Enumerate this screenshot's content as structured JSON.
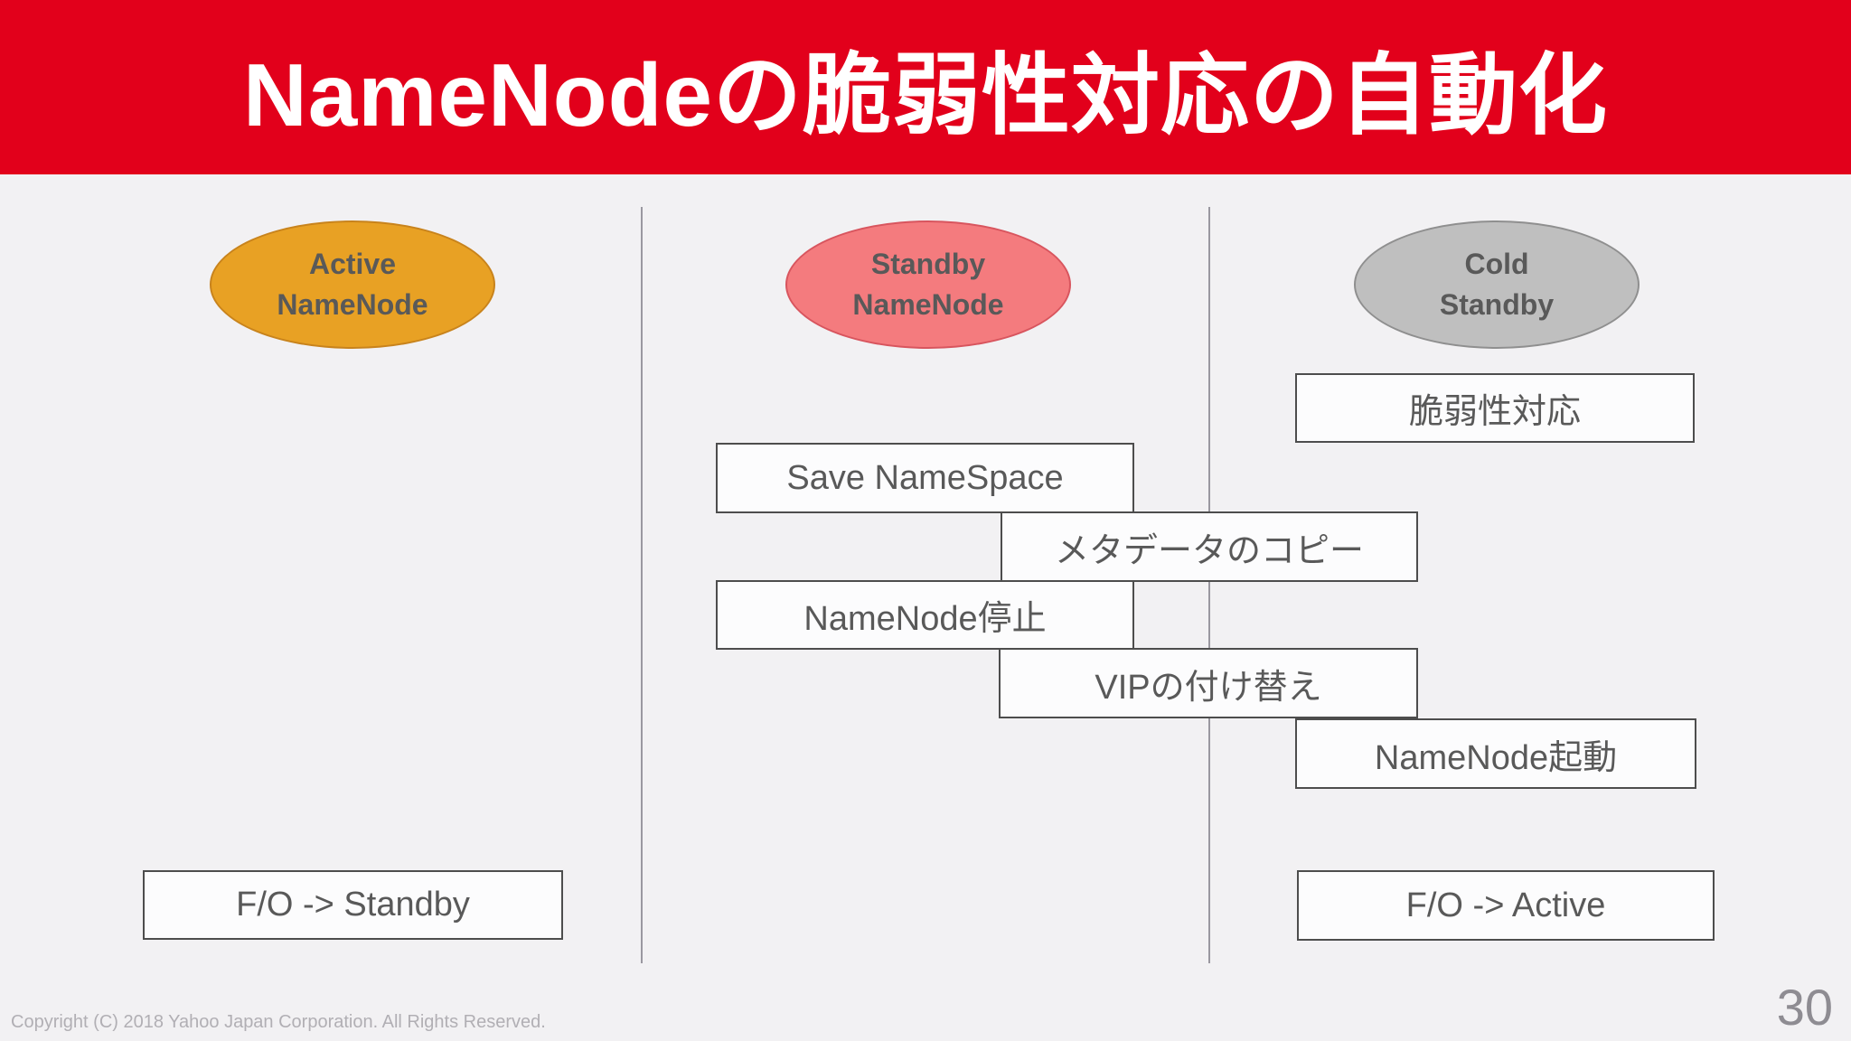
{
  "slide": {
    "title": "NameNodeの脆弱性対応の自動化",
    "footer_copyright": "Copyright (C) 2018 Yahoo Japan Corporation. All Rights Reserved.",
    "page_number": "30"
  },
  "lanes": [
    {
      "name": "active-namenode",
      "label_line1": "Active",
      "label_line2": "NameNode",
      "fill": "#E8A124",
      "border": "#C8831C"
    },
    {
      "name": "standby-namenode",
      "label_line1": "Standby",
      "label_line2": "NameNode",
      "fill": "#F47B7E",
      "border": "#D8555E"
    },
    {
      "name": "cold-standby",
      "label_line1": "Cold",
      "label_line2": "Standby",
      "fill": "#BFBFBF",
      "border": "#8F8F8F"
    }
  ],
  "steps": [
    {
      "label": "脆弱性対応",
      "lane": "cold-standby"
    },
    {
      "label": "Save NameSpace",
      "lane": "standby-namenode"
    },
    {
      "label": "メタデータのコピー",
      "lane": "standby-to-cold"
    },
    {
      "label": "NameNode停止",
      "lane": "standby-namenode"
    },
    {
      "label": "VIPの付け替え",
      "lane": "standby-to-cold"
    },
    {
      "label": "NameNode起動",
      "lane": "cold-standby"
    },
    {
      "label": "F/O -> Standby",
      "lane": "active-namenode"
    },
    {
      "label": "F/O -> Active",
      "lane": "cold-standby"
    }
  ],
  "colors": {
    "banner_red": "#E2001B",
    "slide_background": "#F2F1F3",
    "title_text": "#FFFFFF",
    "box_border": "#4D4D4D",
    "box_fill": "#FCFCFD",
    "box_text": "#595959",
    "lane_line": "#9A98A0",
    "footer_text": "#B1AFB4",
    "page_number_text": "#8E8C92"
  }
}
